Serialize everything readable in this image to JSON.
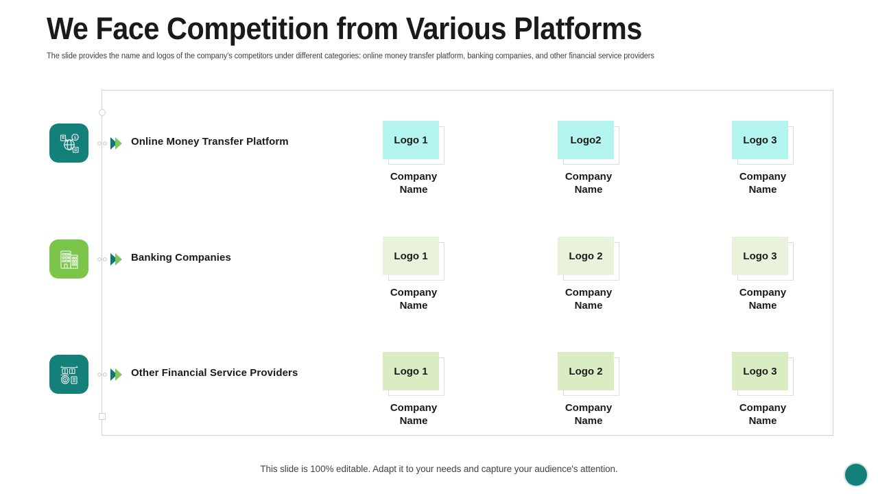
{
  "header": {
    "title": "We Face Competition from Various Platforms",
    "subtitle": "The slide provides the name and logos of the company's competitors under different categories: online money transfer platform, banking companies, and other financial service providers"
  },
  "colors": {
    "teal": "#13817a",
    "green": "#7cc54b",
    "logo_cyan": "#b4f4ee",
    "logo_pale_green": "#e9f3dc",
    "logo_green": "#d9ecc2",
    "frame_border": "#d3d3d3",
    "chevron_dark": "#0e7a6f",
    "chevron_light": "#7fc65d"
  },
  "rows": [
    {
      "label": "Online Money Transfer Platform",
      "icon": "money-transfer-network-icon",
      "tile_color": "#13817a",
      "logo_color": "#b4f4ee",
      "logos": [
        {
          "logo_label": "Logo 1",
          "company": "Company\nName"
        },
        {
          "logo_label": "Logo2",
          "company": "Company\nName"
        },
        {
          "logo_label": "Logo 3",
          "company": "Company\nName"
        }
      ]
    },
    {
      "label": "Banking Companies",
      "icon": "bank-buildings-icon",
      "tile_color": "#7cc54b",
      "logo_color": "#e9f3dc",
      "logos": [
        {
          "logo_label": "Logo 1",
          "company": "Company\nName"
        },
        {
          "logo_label": "Logo 2",
          "company": "Company\nName"
        },
        {
          "logo_label": "Logo 3",
          "company": "Company\nName"
        }
      ]
    },
    {
      "label": "Other Financial Service Providers",
      "icon": "financial-services-coin-icon",
      "tile_color": "#13817a",
      "logo_color": "#d9ecc2",
      "logos": [
        {
          "logo_label": "Logo 1",
          "company": "Company\nName"
        },
        {
          "logo_label": "Logo 2",
          "company": "Company\nName"
        },
        {
          "logo_label": "Logo 3",
          "company": "Company\nName"
        }
      ]
    }
  ],
  "footer": {
    "note": "This slide is 100% editable. Adapt it to your needs and capture your audience's attention."
  }
}
